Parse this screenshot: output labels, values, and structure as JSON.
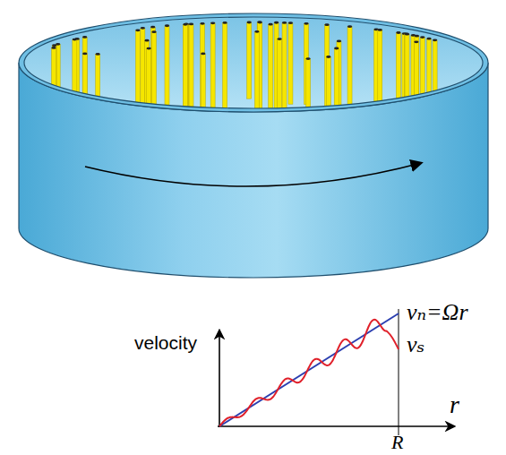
{
  "diagram": {
    "labels": [
      "velocity",
      "vₙ=Ωr",
      "vₛ",
      "r",
      "R"
    ]
  }
}
